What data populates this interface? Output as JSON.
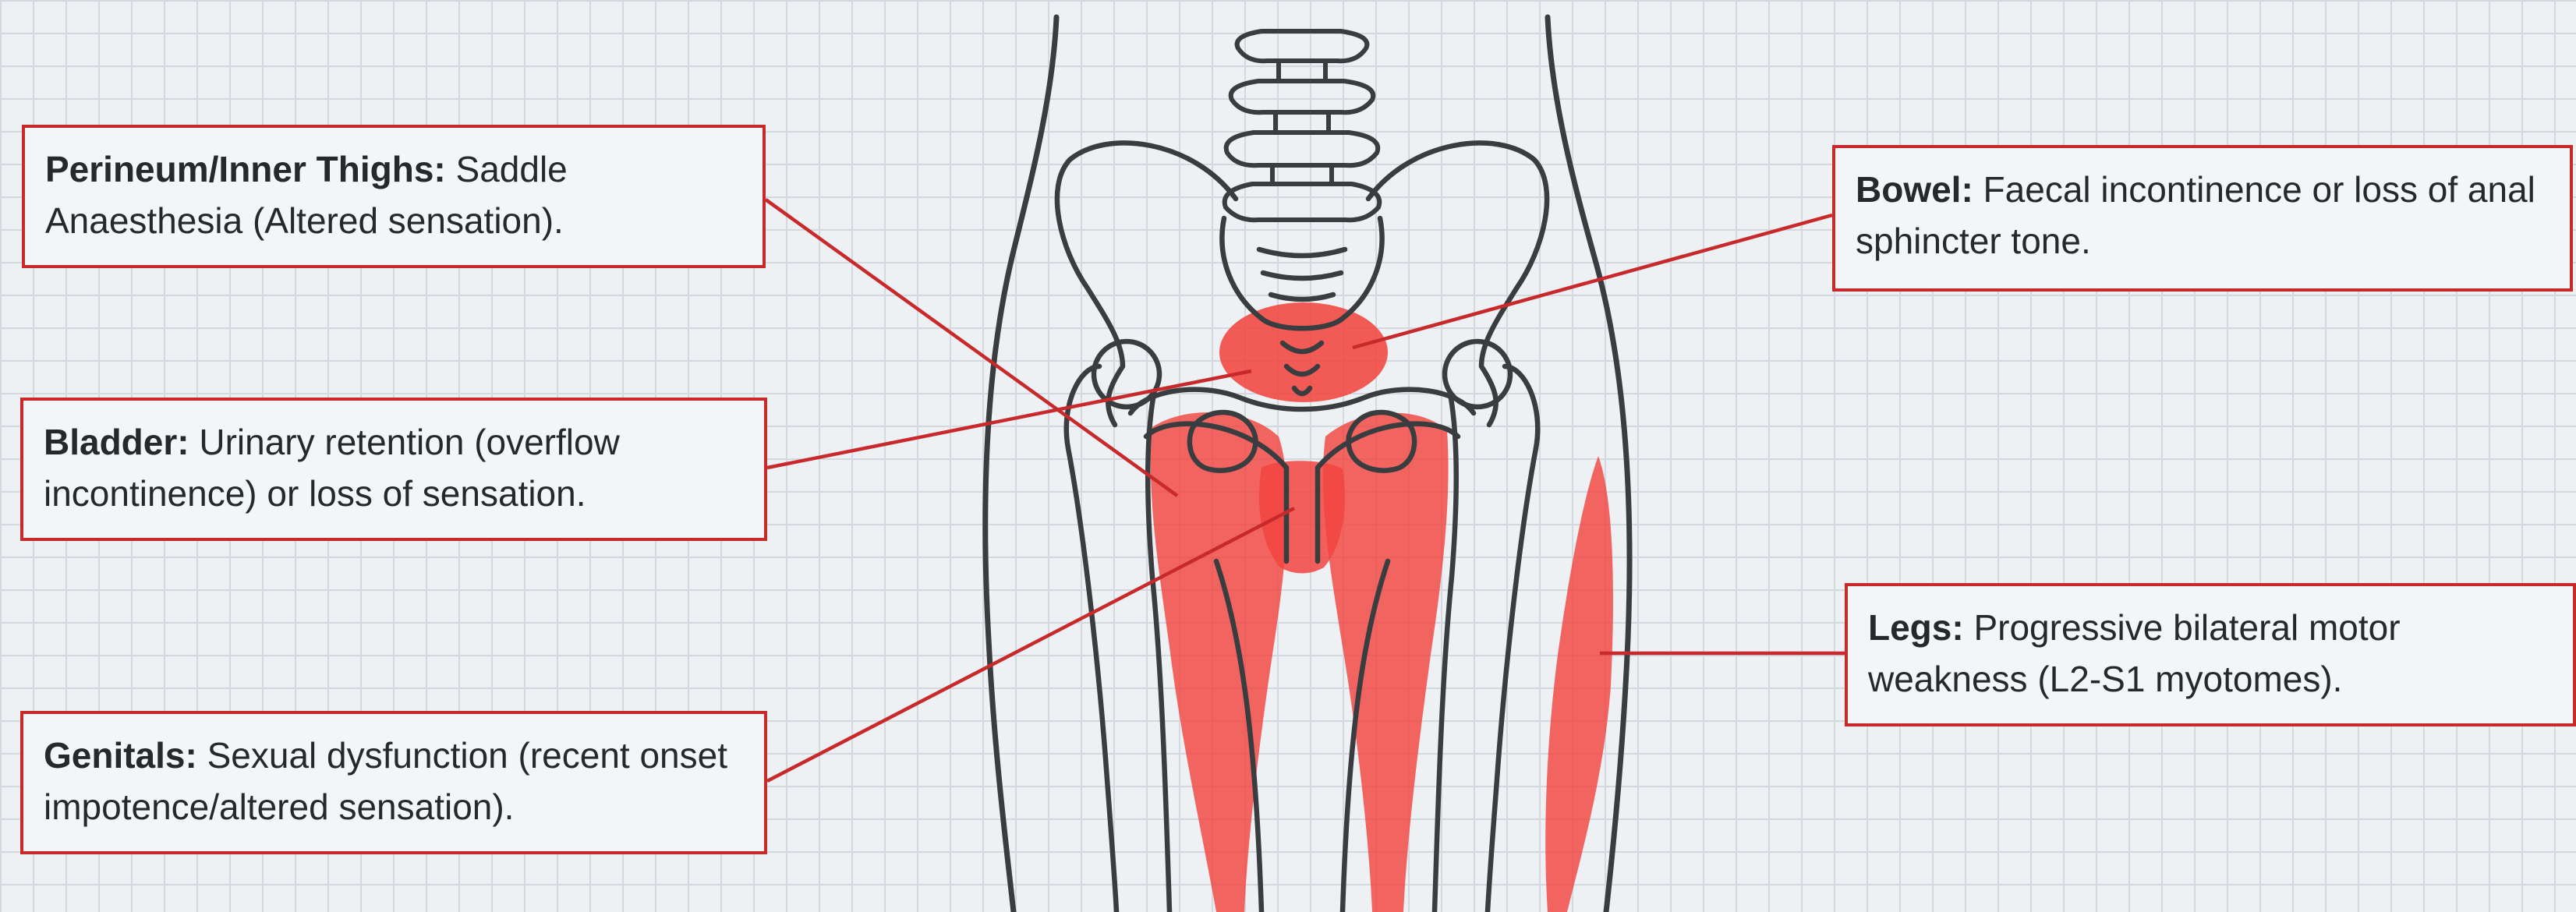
{
  "callouts": {
    "perineum": {
      "heading": "Perineum/Inner Thighs:",
      "text": " Saddle Anaesthesia (Altered sensation)."
    },
    "bladder": {
      "heading": "Bladder:",
      "text": " Urinary retention (overflow incontinence) or loss of sensation."
    },
    "genitals": {
      "heading": "Genitals:",
      "text": " Sexual dysfunction (recent onset impotence/altered sensation)."
    },
    "bowel": {
      "heading": "Bowel:",
      "text": " Faecal incontinence or loss of anal sphincter tone."
    },
    "legs": {
      "heading": "Legs:",
      "text": " Progressive bilateral motor weakness (L2-S1 myotomes)."
    }
  },
  "colors": {
    "highlight": "#f2443f",
    "callout_border": "#c8292b",
    "leader_line": "#c8292b",
    "anatomy_stroke": "#3a3d40",
    "background": "#eef1f4",
    "grid": "#d3d9df"
  }
}
